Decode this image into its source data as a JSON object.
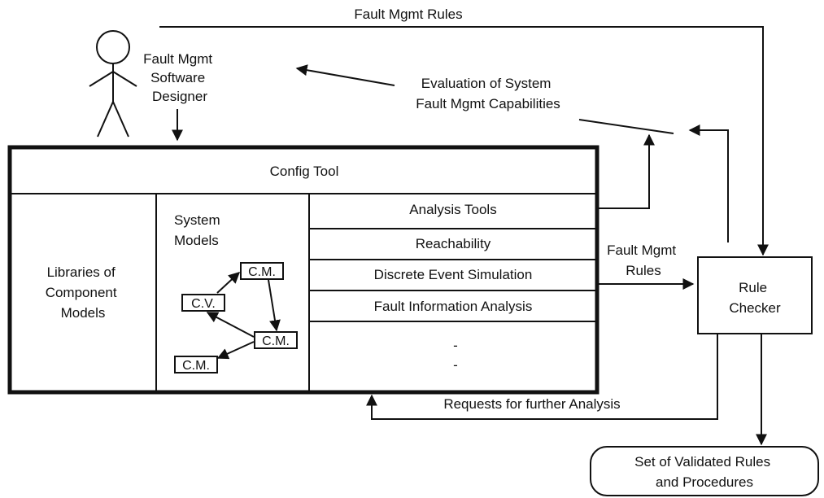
{
  "fault_rules_top": "Fault Mgmt Rules",
  "designer": [
    "Fault Mgmt",
    "Software",
    "Designer"
  ],
  "evaluation": [
    "Evaluation of System",
    "Fault Mgmt Capabilities"
  ],
  "config_tool": "Config Tool",
  "libraries": [
    "Libraries of",
    "Component",
    "Models"
  ],
  "system_models": [
    "System",
    "Models"
  ],
  "model_nodes": [
    "C.M.",
    "C.V.",
    "C.M.",
    "C.M."
  ],
  "tools": [
    "Analysis Tools",
    "Reachability",
    "Discrete Event Simulation",
    "Fault Information Analysis",
    "-",
    "-"
  ],
  "fault_rules_mid": [
    "Fault Mgmt",
    "Rules"
  ],
  "rule_checker": [
    "Rule",
    "Checker"
  ],
  "requests": "Requests for further Analysis",
  "validated": [
    "Set of Validated Rules",
    "and Procedures"
  ]
}
